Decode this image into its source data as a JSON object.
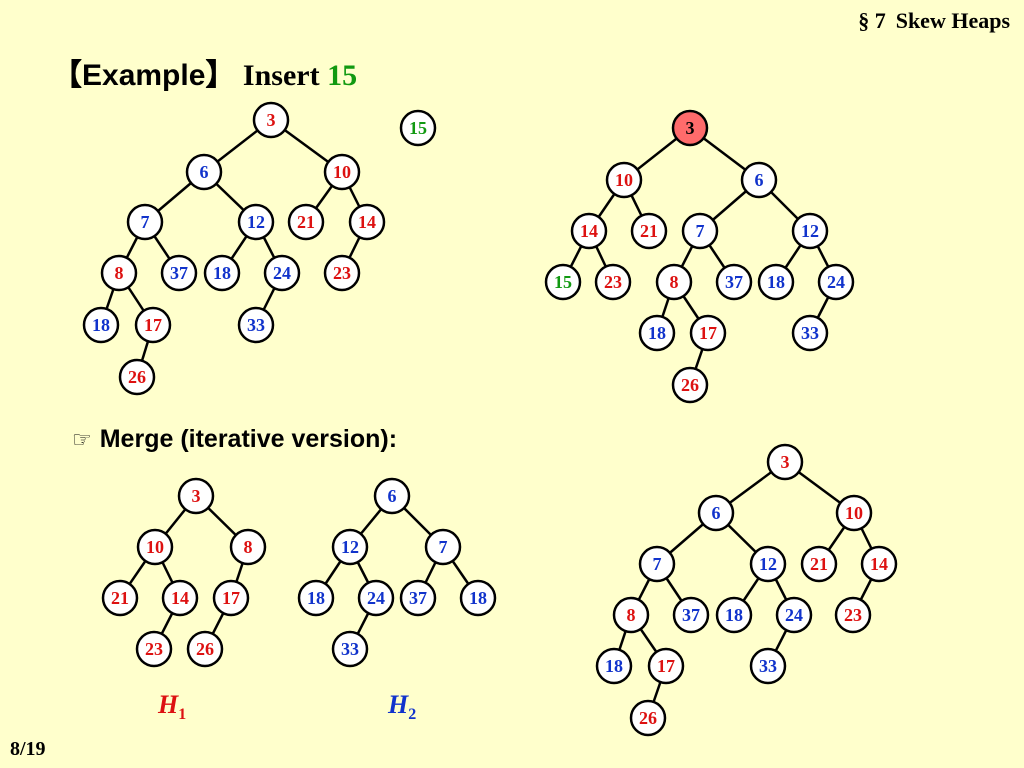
{
  "header": {
    "section": "§ 7",
    "topic": "Skew Heaps"
  },
  "title": {
    "bracket_open": "【",
    "example": "Example",
    "bracket_close": "】",
    "action": "Insert",
    "value": "15"
  },
  "bullet": {
    "icon": "pointing-hand-icon",
    "text": "Merge (iterative version):"
  },
  "labels": {
    "h1": {
      "letter": "H",
      "sub": "1"
    },
    "h2": {
      "letter": "H",
      "sub": "2"
    }
  },
  "page_number": "8/19",
  "colors": {
    "red": "#DD1111",
    "blue": "#1133CC",
    "green": "#119911",
    "highlight": "#FF6B6B",
    "background": "#FFFFCC"
  },
  "trees": [
    {
      "id": "tree-original",
      "nodes": [
        {
          "id": "a3",
          "v": "3",
          "c": "red"
        },
        {
          "id": "a6",
          "v": "6",
          "c": "blue"
        },
        {
          "id": "a10",
          "v": "10",
          "c": "red"
        },
        {
          "id": "a7",
          "v": "7",
          "c": "blue"
        },
        {
          "id": "a12",
          "v": "12",
          "c": "blue"
        },
        {
          "id": "a21",
          "v": "21",
          "c": "red"
        },
        {
          "id": "a14",
          "v": "14",
          "c": "red"
        },
        {
          "id": "a8",
          "v": "8",
          "c": "red"
        },
        {
          "id": "a37",
          "v": "37",
          "c": "blue"
        },
        {
          "id": "a18b",
          "v": "18",
          "c": "blue"
        },
        {
          "id": "a24",
          "v": "24",
          "c": "blue"
        },
        {
          "id": "a23",
          "v": "23",
          "c": "red"
        },
        {
          "id": "a18a",
          "v": "18",
          "c": "blue"
        },
        {
          "id": "a17",
          "v": "17",
          "c": "red"
        },
        {
          "id": "a33",
          "v": "33",
          "c": "blue"
        },
        {
          "id": "a26",
          "v": "26",
          "c": "red"
        }
      ],
      "edges": [
        [
          "a3",
          "a6"
        ],
        [
          "a3",
          "a10"
        ],
        [
          "a6",
          "a7"
        ],
        [
          "a6",
          "a12"
        ],
        [
          "a10",
          "a21"
        ],
        [
          "a10",
          "a14"
        ],
        [
          "a7",
          "a8"
        ],
        [
          "a7",
          "a37"
        ],
        [
          "a12",
          "a18b"
        ],
        [
          "a12",
          "a24"
        ],
        [
          "a14",
          "a23"
        ],
        [
          "a8",
          "a18a"
        ],
        [
          "a8",
          "a17"
        ],
        [
          "a24",
          "a33"
        ],
        [
          "a17",
          "a26"
        ]
      ]
    },
    {
      "id": "tree-inserted",
      "nodes": [
        {
          "id": "i15",
          "v": "15",
          "c": "green"
        }
      ],
      "edges": []
    },
    {
      "id": "tree-result",
      "nodes": [
        {
          "id": "r3",
          "v": "3",
          "c": "red",
          "hl": true
        },
        {
          "id": "r10",
          "v": "10",
          "c": "red"
        },
        {
          "id": "r6",
          "v": "6",
          "c": "blue"
        },
        {
          "id": "r14",
          "v": "14",
          "c": "red"
        },
        {
          "id": "r21",
          "v": "21",
          "c": "red"
        },
        {
          "id": "r7",
          "v": "7",
          "c": "blue"
        },
        {
          "id": "r12",
          "v": "12",
          "c": "blue"
        },
        {
          "id": "r15",
          "v": "15",
          "c": "green"
        },
        {
          "id": "r23",
          "v": "23",
          "c": "red"
        },
        {
          "id": "r8",
          "v": "8",
          "c": "red"
        },
        {
          "id": "r37",
          "v": "37",
          "c": "blue"
        },
        {
          "id": "r18b",
          "v": "18",
          "c": "blue"
        },
        {
          "id": "r24",
          "v": "24",
          "c": "blue"
        },
        {
          "id": "r18a",
          "v": "18",
          "c": "blue"
        },
        {
          "id": "r17",
          "v": "17",
          "c": "red"
        },
        {
          "id": "r33",
          "v": "33",
          "c": "blue"
        },
        {
          "id": "r26",
          "v": "26",
          "c": "red"
        }
      ],
      "edges": [
        [
          "r3",
          "r10"
        ],
        [
          "r3",
          "r6"
        ],
        [
          "r10",
          "r14"
        ],
        [
          "r10",
          "r21"
        ],
        [
          "r6",
          "r7"
        ],
        [
          "r6",
          "r12"
        ],
        [
          "r14",
          "r15"
        ],
        [
          "r14",
          "r23"
        ],
        [
          "r7",
          "r8"
        ],
        [
          "r7",
          "r37"
        ],
        [
          "r12",
          "r18b"
        ],
        [
          "r12",
          "r24"
        ],
        [
          "r8",
          "r18a"
        ],
        [
          "r8",
          "r17"
        ],
        [
          "r24",
          "r33"
        ],
        [
          "r17",
          "r26"
        ]
      ]
    },
    {
      "id": "tree-h1",
      "nodes": [
        {
          "id": "h3",
          "v": "3",
          "c": "red"
        },
        {
          "id": "h10",
          "v": "10",
          "c": "red"
        },
        {
          "id": "h8",
          "v": "8",
          "c": "red"
        },
        {
          "id": "h21",
          "v": "21",
          "c": "red"
        },
        {
          "id": "h14",
          "v": "14",
          "c": "red"
        },
        {
          "id": "h17",
          "v": "17",
          "c": "red"
        },
        {
          "id": "h23",
          "v": "23",
          "c": "red"
        },
        {
          "id": "h26",
          "v": "26",
          "c": "red"
        }
      ],
      "edges": [
        [
          "h3",
          "h10"
        ],
        [
          "h3",
          "h8"
        ],
        [
          "h10",
          "h21"
        ],
        [
          "h10",
          "h14"
        ],
        [
          "h8",
          "h17"
        ],
        [
          "h14",
          "h23"
        ],
        [
          "h17",
          "h26"
        ]
      ]
    },
    {
      "id": "tree-h2",
      "nodes": [
        {
          "id": "g6",
          "v": "6",
          "c": "blue"
        },
        {
          "id": "g12",
          "v": "12",
          "c": "blue"
        },
        {
          "id": "g7",
          "v": "7",
          "c": "blue"
        },
        {
          "id": "g18a",
          "v": "18",
          "c": "blue"
        },
        {
          "id": "g24",
          "v": "24",
          "c": "blue"
        },
        {
          "id": "g37",
          "v": "37",
          "c": "blue"
        },
        {
          "id": "g18b",
          "v": "18",
          "c": "blue"
        },
        {
          "id": "g33",
          "v": "33",
          "c": "blue"
        }
      ],
      "edges": [
        [
          "g6",
          "g12"
        ],
        [
          "g6",
          "g7"
        ],
        [
          "g12",
          "g18a"
        ],
        [
          "g12",
          "g24"
        ],
        [
          "g7",
          "g37"
        ],
        [
          "g7",
          "g18b"
        ],
        [
          "g24",
          "g33"
        ]
      ]
    },
    {
      "id": "tree-merged",
      "nodes": [
        {
          "id": "m3",
          "v": "3",
          "c": "red"
        },
        {
          "id": "m6",
          "v": "6",
          "c": "blue"
        },
        {
          "id": "m10",
          "v": "10",
          "c": "red"
        },
        {
          "id": "m7",
          "v": "7",
          "c": "blue"
        },
        {
          "id": "m12",
          "v": "12",
          "c": "blue"
        },
        {
          "id": "m21",
          "v": "21",
          "c": "red"
        },
        {
          "id": "m14",
          "v": "14",
          "c": "red"
        },
        {
          "id": "m8",
          "v": "8",
          "c": "red"
        },
        {
          "id": "m37",
          "v": "37",
          "c": "blue"
        },
        {
          "id": "m18b",
          "v": "18",
          "c": "blue"
        },
        {
          "id": "m24",
          "v": "24",
          "c": "blue"
        },
        {
          "id": "m23",
          "v": "23",
          "c": "red"
        },
        {
          "id": "m18a",
          "v": "18",
          "c": "blue"
        },
        {
          "id": "m17",
          "v": "17",
          "c": "red"
        },
        {
          "id": "m33",
          "v": "33",
          "c": "blue"
        },
        {
          "id": "m26",
          "v": "26",
          "c": "red"
        }
      ],
      "edges": [
        [
          "m3",
          "m6"
        ],
        [
          "m3",
          "m10"
        ],
        [
          "m6",
          "m7"
        ],
        [
          "m6",
          "m12"
        ],
        [
          "m10",
          "m21"
        ],
        [
          "m10",
          "m14"
        ],
        [
          "m7",
          "m8"
        ],
        [
          "m7",
          "m37"
        ],
        [
          "m12",
          "m18b"
        ],
        [
          "m12",
          "m24"
        ],
        [
          "m14",
          "m23"
        ],
        [
          "m8",
          "m18a"
        ],
        [
          "m8",
          "m17"
        ],
        [
          "m24",
          "m33"
        ],
        [
          "m17",
          "m26"
        ]
      ]
    }
  ]
}
